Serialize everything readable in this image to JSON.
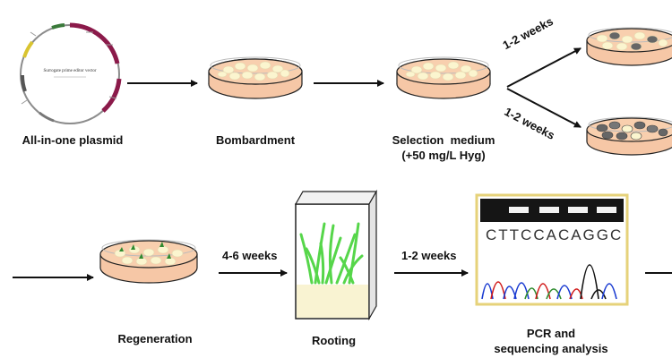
{
  "steps": {
    "plasmid": "All-in-one plasmid",
    "bombardment": "Bombardment",
    "selection_line1": "Selection  medium",
    "selection_line2": "(+50 mg/L Hyg)",
    "regeneration": "Regeneration",
    "rooting": "Rooting",
    "pcr_line1": "PCR and",
    "pcr_line2": "sequencing analysis"
  },
  "arrows": {
    "upper": "1-2 weeks",
    "lower": "1-2 weeks",
    "regeneration_to_rooting": "4-6 weeks",
    "rooting_to_pcr": "1-2 weeks"
  },
  "sequence": "CTTCCACAGGC",
  "plasmid_title": "Surrogate prime editor vector",
  "colors": {
    "agar": "#f6c7a6",
    "callus": "#fbf5cf",
    "dark_callus": "#666666",
    "shoot": "#56d64a",
    "rooting_medium": "#f9f3d2",
    "gel_background": "#151515",
    "pcr_frame": "#e6d27a"
  }
}
